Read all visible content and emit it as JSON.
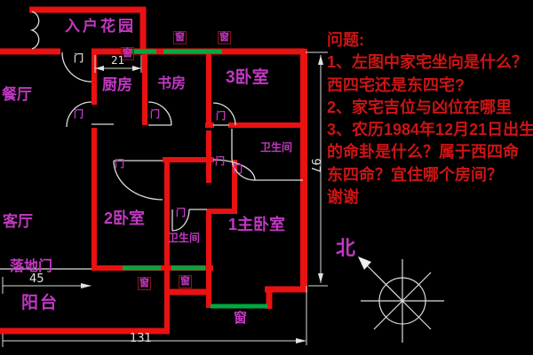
{
  "plan": {
    "rooms": [
      {
        "label": "入户花园"
      },
      {
        "label": "餐厅"
      },
      {
        "label": "厨房"
      },
      {
        "label": "书房"
      },
      {
        "label": "3卧室"
      },
      {
        "label": "卫生间"
      },
      {
        "label": "客厅"
      },
      {
        "label": "2卧室"
      },
      {
        "label": "卫生间"
      },
      {
        "label": "1主卧室"
      },
      {
        "label": "落地门"
      },
      {
        "label": "阳台"
      }
    ],
    "window_label": "窗",
    "door_label": "门",
    "north_label": "北",
    "dimensions": {
      "kitchen_width": "21",
      "balcony_width": "45",
      "house_depth": "97",
      "house_width": "131"
    }
  },
  "questions": {
    "title": "问题:",
    "line1": "1、左图中家宅坐向是什么？",
    "line2": "西四宅还是东四宅?",
    "line3": "2、家宅吉位与凶位在哪里",
    "line4": "3、农历1984年12月21日出生",
    "line5": "的命卦是什么？属于西四命",
    "line6": "东四命？宜住哪个房间？",
    "line7": "谢谢"
  },
  "colors": {
    "background": "#000000",
    "wall_red": "#e91111",
    "window_green": "#00a840",
    "room_label_magenta": "#c238c2",
    "question_red": "#cd1414",
    "linework_white": "#dcdcdc"
  }
}
